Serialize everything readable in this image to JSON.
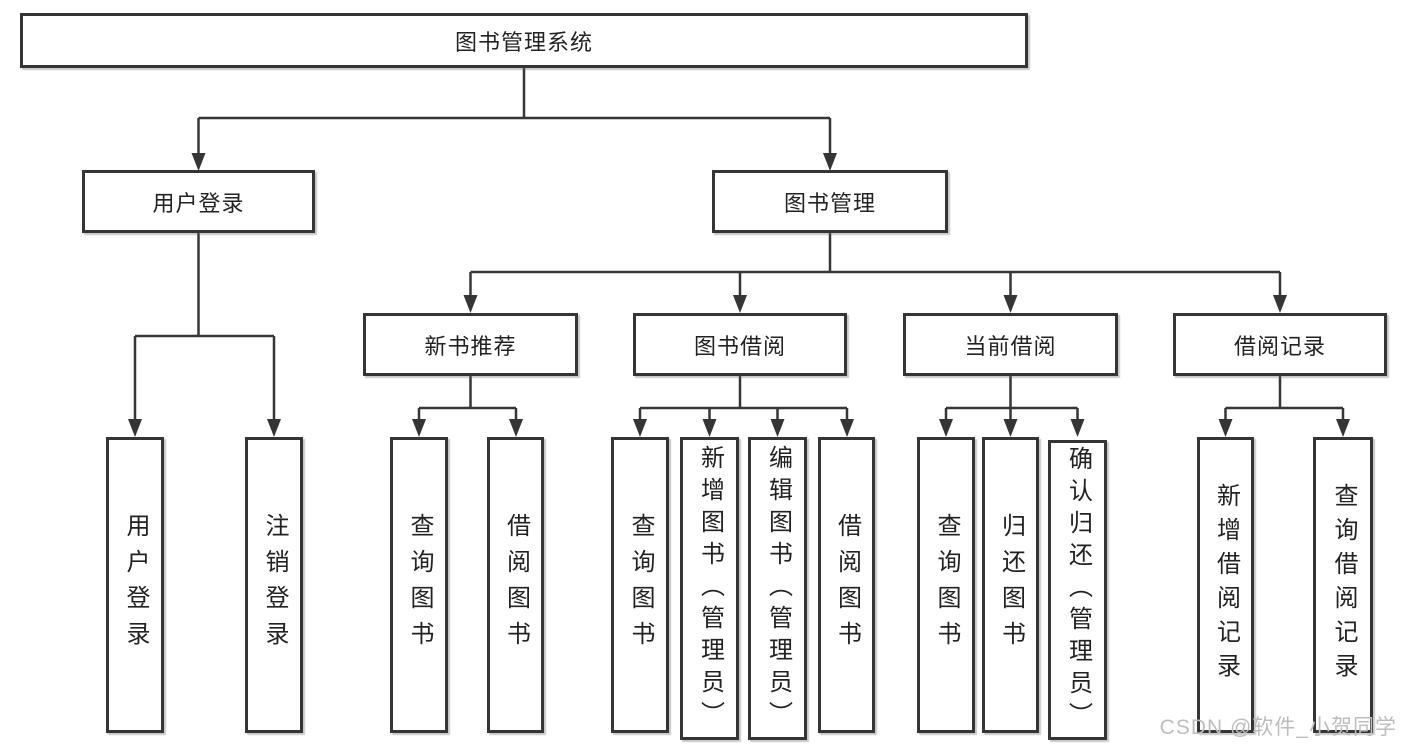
{
  "diagram": {
    "title": "图书管理系统",
    "children": [
      {
        "label": "用户登录",
        "children": [
          {
            "label": "用户登录"
          },
          {
            "label": "注销登录"
          }
        ]
      },
      {
        "label": "图书管理",
        "children": [
          {
            "label": "新书推荐",
            "children": [
              {
                "label": "查询图书"
              },
              {
                "label": "借阅图书"
              }
            ]
          },
          {
            "label": "图书借阅",
            "children": [
              {
                "label": "查询图书"
              },
              {
                "label": "新增图书（管理员）"
              },
              {
                "label": "编辑图书（管理员）"
              },
              {
                "label": "借阅图书"
              }
            ]
          },
          {
            "label": "当前借阅",
            "children": [
              {
                "label": "查询图书"
              },
              {
                "label": "归还图书"
              },
              {
                "label": "确认归还（管理员）"
              }
            ]
          },
          {
            "label": "借阅记录",
            "children": [
              {
                "label": "新增借阅记录"
              },
              {
                "label": "查询借阅记录"
              }
            ]
          }
        ]
      }
    ]
  },
  "watermark": {
    "text": "CSDN @软件_小贺同学"
  },
  "colors": {
    "line": "#363636",
    "box_border": "#353535",
    "text": "#222222",
    "watermark": "#bdbdbd",
    "background": "#ffffff"
  }
}
